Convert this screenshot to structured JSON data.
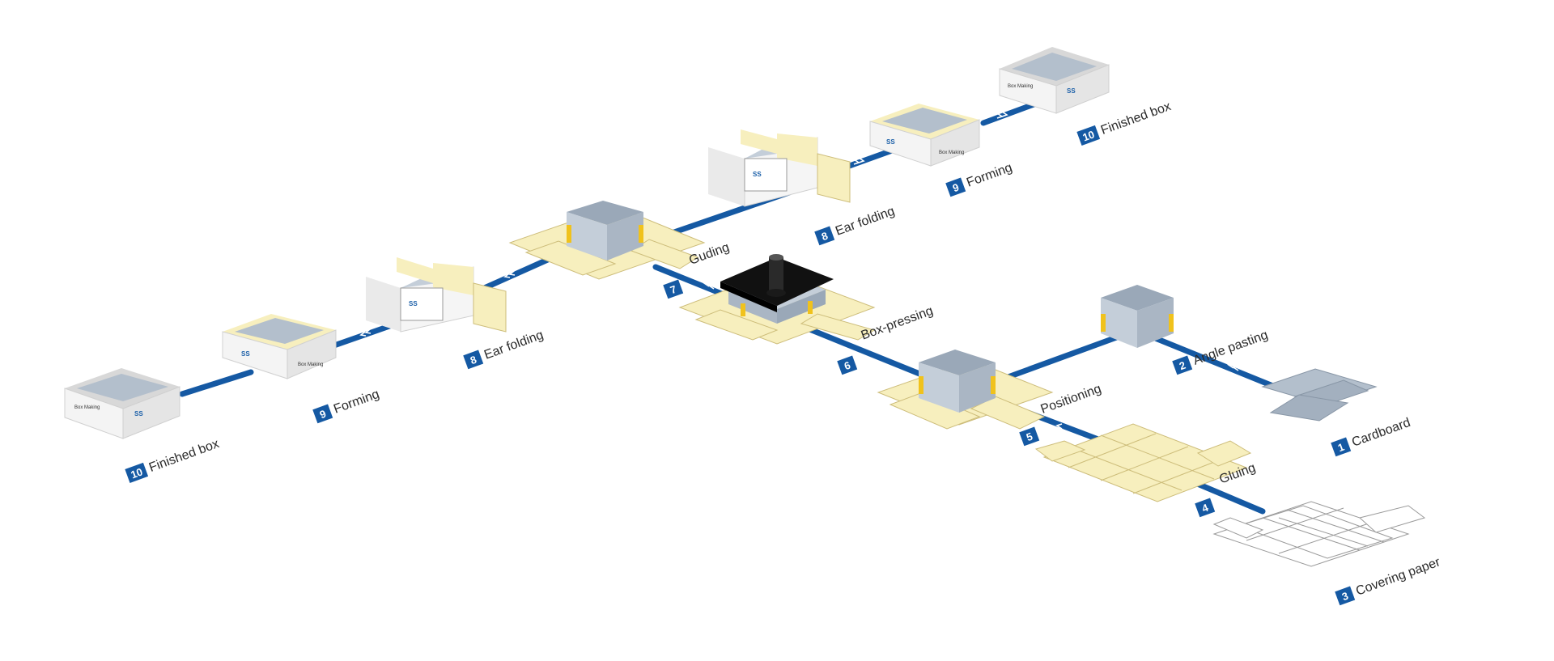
{
  "colors": {
    "belt": "#1559a3",
    "badge": "#1559a3",
    "paper": "#f7efbe",
    "paper_line": "#cdbd7a",
    "grey_face": "#b3bfcc",
    "grey_side": "#9aa8b8",
    "white_box": "#f2f2f2",
    "glue_tab": "#f0c21c",
    "press": "#111111"
  },
  "box_print": {
    "brand": "SS",
    "side_text": "Box Making"
  },
  "steps": [
    {
      "number": "1",
      "label": "Cardboard"
    },
    {
      "number": "2",
      "label": "Angle pasting"
    },
    {
      "number": "3",
      "label": "Covering paper"
    },
    {
      "number": "4",
      "label": "Gluing"
    },
    {
      "number": "5",
      "label": "Positioning"
    },
    {
      "number": "6",
      "label": "Box-pressing"
    },
    {
      "number": "7",
      "label": "Guding"
    },
    {
      "number": "8",
      "label": "Ear folding"
    },
    {
      "number": "9",
      "label": "Forming"
    },
    {
      "number": "10",
      "label": "Finished box"
    },
    {
      "number": "8",
      "label": "Ear folding"
    },
    {
      "number": "9",
      "label": "Forming"
    },
    {
      "number": "10",
      "label": "Finished box"
    }
  ]
}
